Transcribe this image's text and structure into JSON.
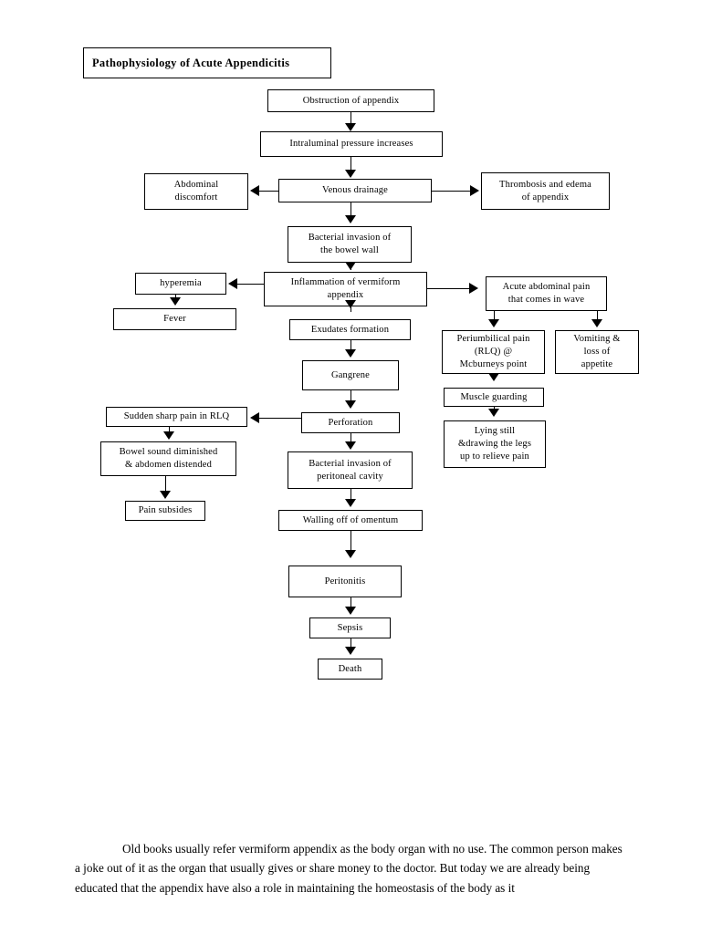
{
  "document": {
    "title_box": "Pathophysiology of Acute Appendicitis"
  },
  "flowchart": {
    "nodes": {
      "obstruction": "Obstruction of appendix",
      "intraluminal_pressure": "Intraluminal pressure increases",
      "venous_drainage": "Venous drainage",
      "abdominal_discomfort": "Abdominal\ndiscomfort",
      "thrombosis_edema": "Thrombosis and edema\nof appendix",
      "bacterial_invasion_bowel": "Bacterial invasion of\nthe bowel wall",
      "inflammation_vermiform": "Inflammation of vermiform\nappendix",
      "hyperemia": "hyperemia",
      "fever": "Fever",
      "acute_abdominal_pain": "Acute abdominal pain\nthat comes in wave",
      "exudates_formation": "Exudates formation",
      "periumbilical_pain": "Periumbilical pain\n(RLQ) @\nMcburneys point",
      "vomiting_appetite": "Vomiting &\nloss of\nappetite",
      "gangrene": "Gangrene",
      "muscle_guarding": "Muscle guarding",
      "perforation": "Perforation",
      "sudden_sharp_pain": "Sudden sharp pain in RLQ",
      "lying_still": "Lying still\n&drawing the legs\nup to relieve pain",
      "bowel_sound": "Bowel sound diminished\n& abdomen distended",
      "bacterial_invasion_peritoneal": "Bacterial invasion of\nperitoneal cavity",
      "pain_subsides": "Pain subsides",
      "walling_off": "Walling off of omentum",
      "peritonitis": "Peritonitis",
      "sepsis": "Sepsis",
      "death": "Death"
    }
  },
  "paragraph": {
    "text": "Old books usually refer vermiform appendix as the body organ with no use. The common person makes a joke out of it as the organ that usually gives or share money to the doctor. But today we are already being educated that the appendix have also a role in maintaining the homeostasis of the body as it"
  },
  "colors": {
    "ink": "#000000",
    "paper": "#ffffff"
  }
}
